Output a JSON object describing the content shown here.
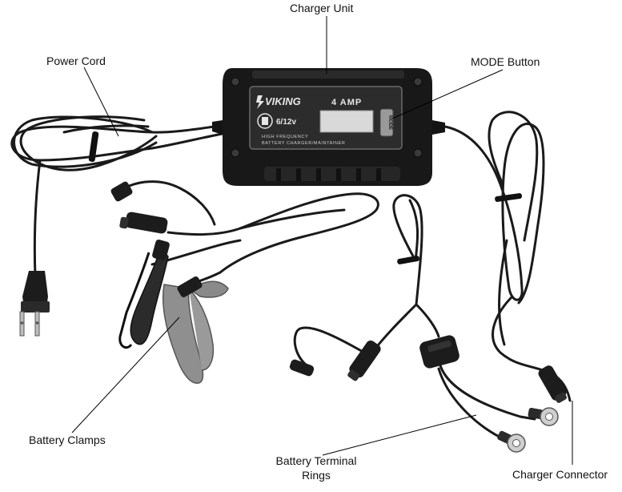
{
  "callouts": {
    "charger_unit": "Charger Unit",
    "power_cord": "Power Cord",
    "mode_button": "MODE Button",
    "battery_clamps": "Battery Clamps",
    "battery_terminal_rings_line1": "Battery Terminal",
    "battery_terminal_rings_line2": "Rings",
    "charger_connector": "Charger Connector"
  },
  "device": {
    "brand": "VIKING",
    "amperage": "4 AMP",
    "voltage": "6/12v",
    "subtitle_line1": "HIGH FREQUENCY",
    "subtitle_line2": "BATTERY CHARGER/MAINTAINER",
    "mode_key": "MODE"
  },
  "colors": {
    "body": "#1b1b1b",
    "panel": "#2a2a2a",
    "display": "#d9d9d9",
    "clamp_red": "#8f8f8f",
    "clamp_black": "#2b2b2b",
    "cable": "#1a1a1a"
  }
}
